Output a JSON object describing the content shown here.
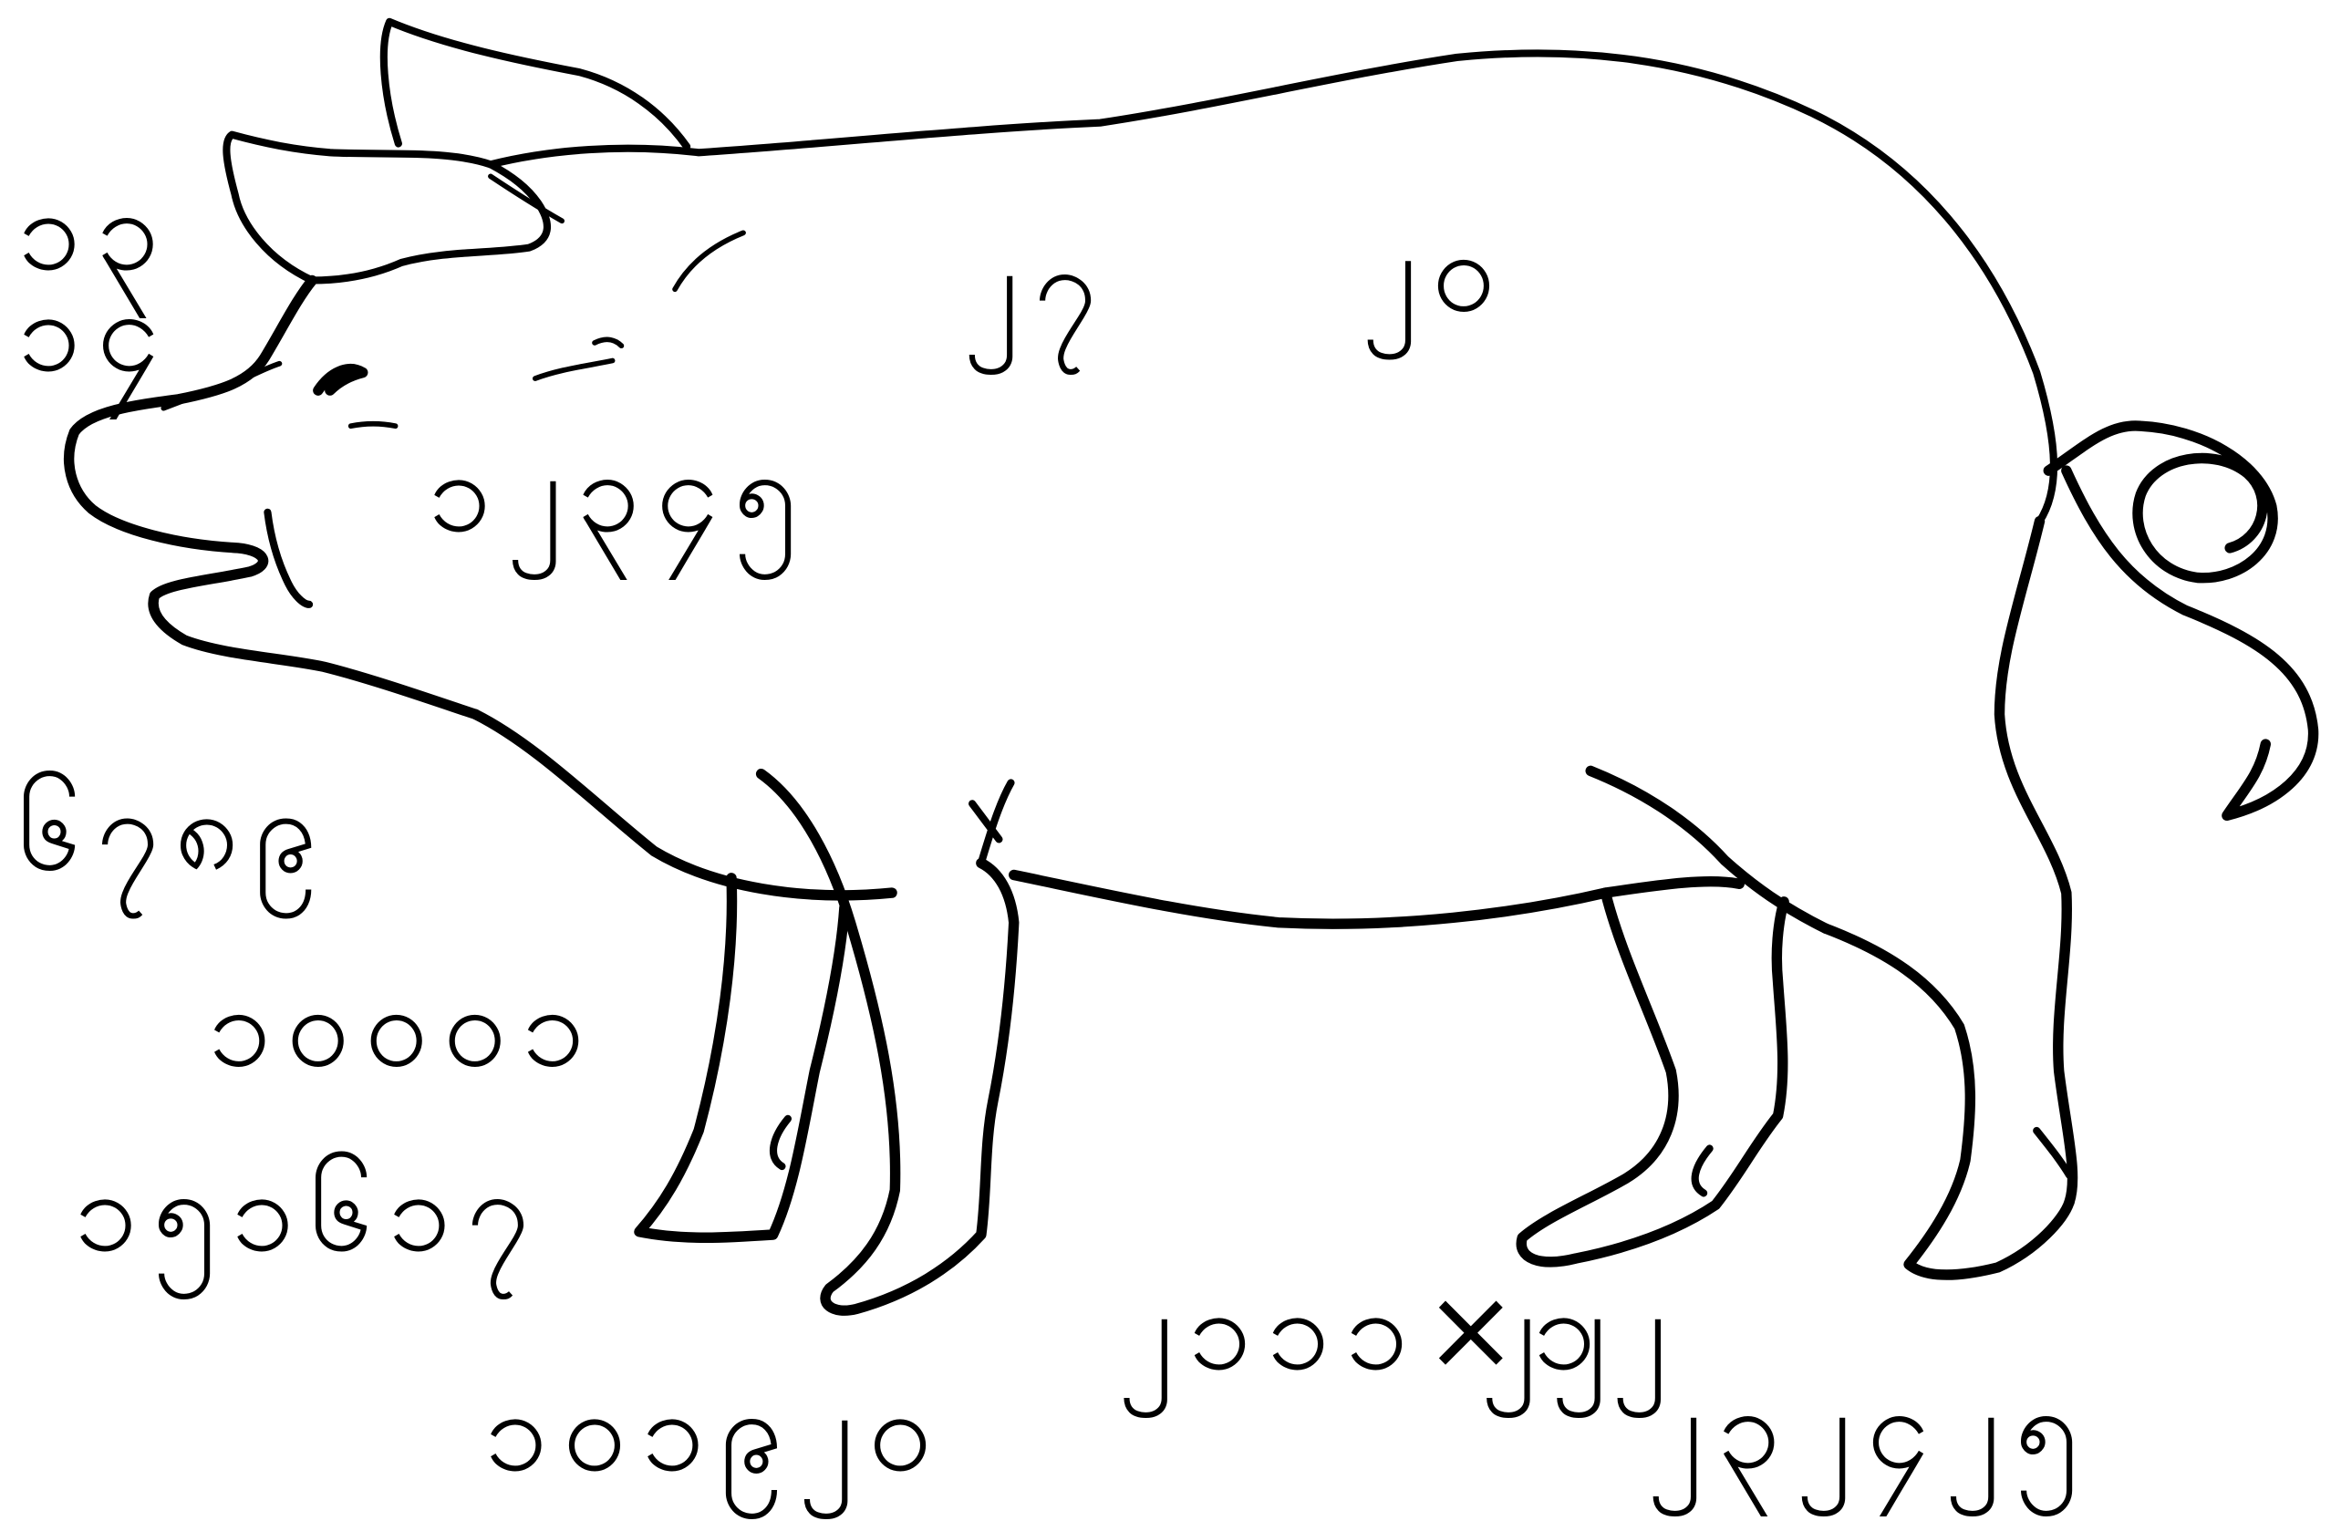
{
  "figure": {
    "labels": {
      "snout_top": "၁၃",
      "snout_bottom": "၁၄",
      "face": "၁၂၃၄၅",
      "back_front": "၂၇",
      "back_rear": "၂၀",
      "jaw": "၆၇၈၉",
      "front_leg": "၁၀၀၀၁",
      "front_foot": "၁၅၁၆၁၇",
      "bottom_left": "၁၀၁၉၂၀",
      "belly": "၂၁၁၁×၁၂",
      "rear_leg": "၂၂",
      "rear_foot": "၂၃၂၄၂၅"
    }
  }
}
